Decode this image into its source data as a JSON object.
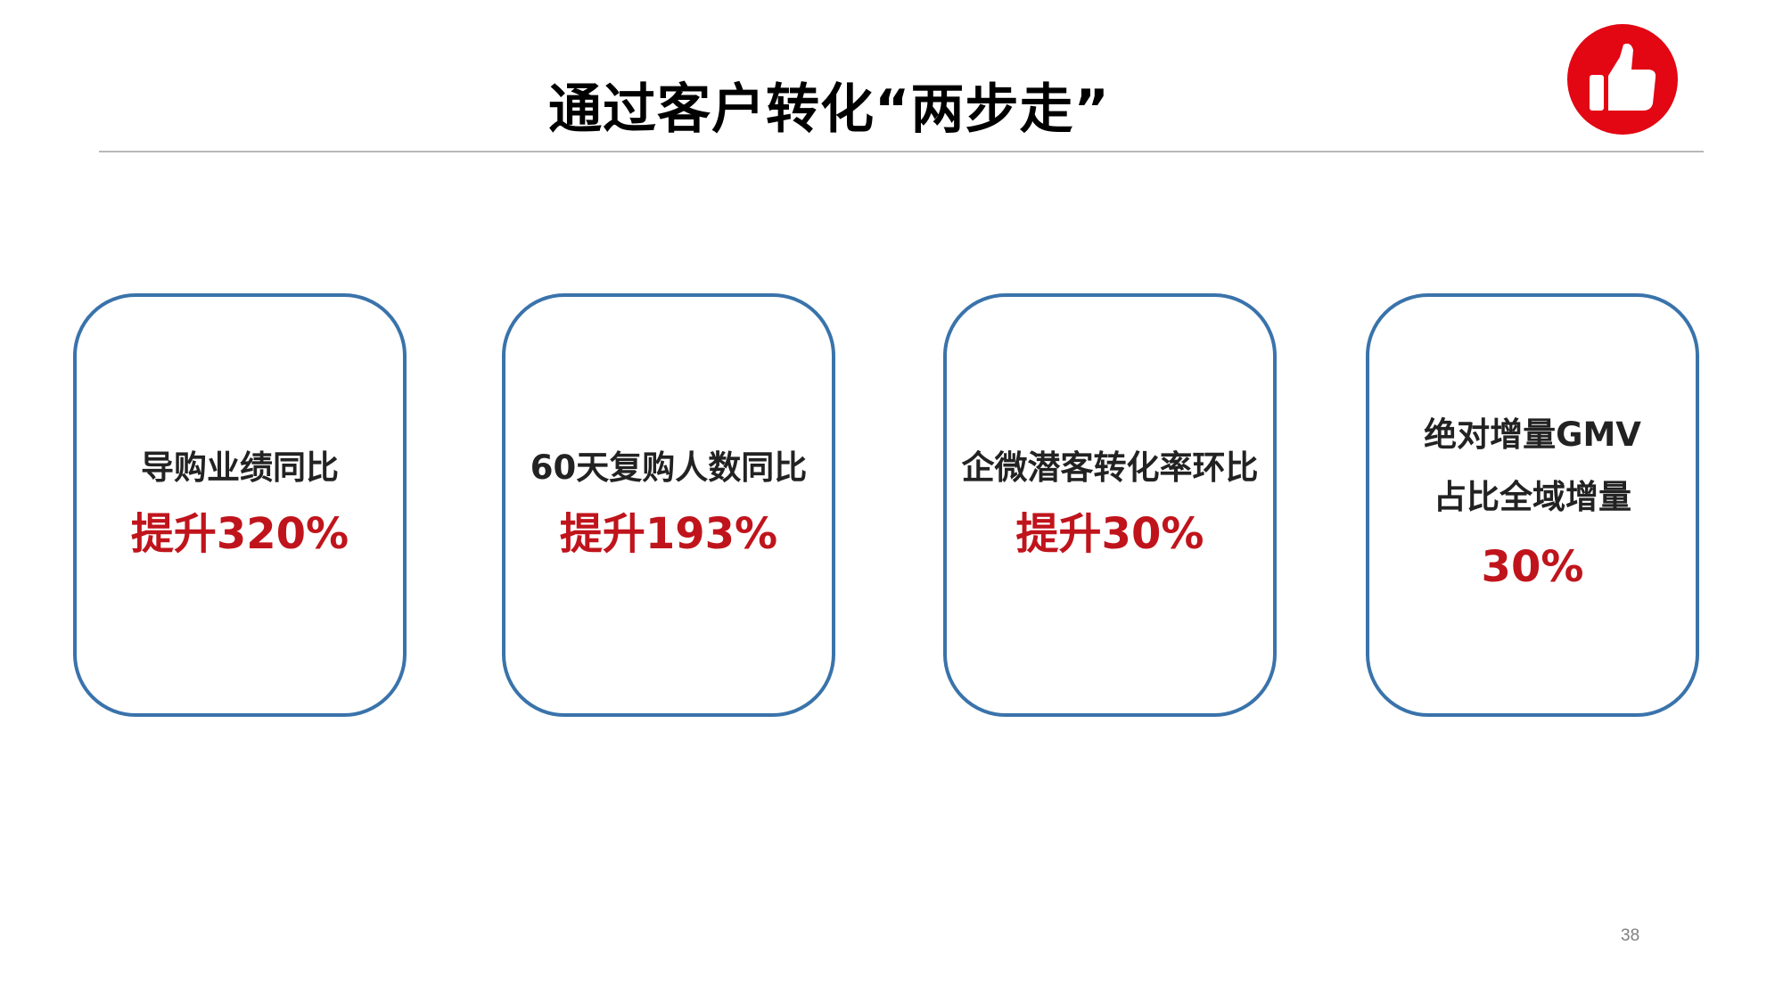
{
  "title": "通过客户转化“两步走”",
  "badge": {
    "icon": "thumbs-up-icon",
    "color": "#e30613"
  },
  "cards": [
    {
      "label": "导购业绩同比",
      "value": "提升320%"
    },
    {
      "label": "60天复购人数同比",
      "value": "提升193%"
    },
    {
      "label": "企微潜客转化率环比",
      "value": "提升30%"
    },
    {
      "label": "绝对增量GMV",
      "label2": "占比全域增量",
      "value": "30%"
    }
  ],
  "page_number": "38",
  "colors": {
    "card_border": "#3a73ab",
    "highlight": "#c0141c",
    "badge": "#e30613"
  }
}
